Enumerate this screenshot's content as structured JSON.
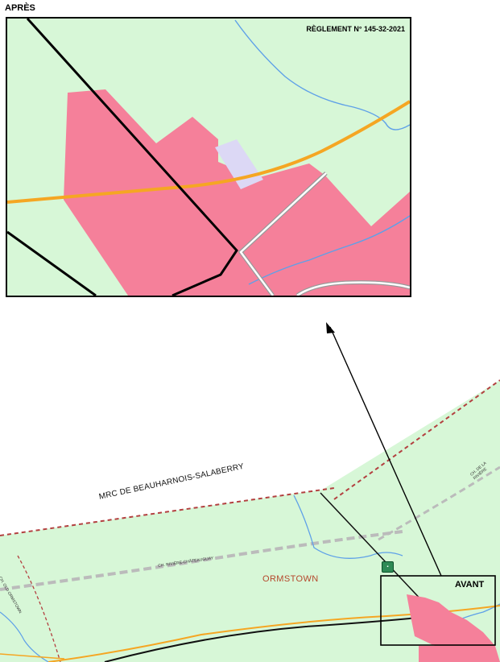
{
  "inset": {
    "title": "APRÈS",
    "regulation": "RÈGLEMENT N° 145-32-2021"
  },
  "main_map": {
    "mrc_label": "MRC DE BEAUHARNOIS-SALABERRY",
    "town_label": "ORMSTOWN",
    "avant_label": "AVANT",
    "road_label_1": "CH. RIVIÈRE-CHÂTEAUGUAY",
    "road_label_2": "CH. DE LA RIVIÈRE",
    "road_label_3": "CH. OLD ORMSTOWN"
  },
  "colors": {
    "background_land": "#d7f7d7",
    "zone_pink": "#f5809a",
    "zone_lavender": "#dcd8f5",
    "route_orange": "#f5a623",
    "water_blue": "#5ea0e8",
    "boundary_red": "#b34040",
    "town_label": "#b5472b"
  },
  "icons": {
    "route_badge": "route-shield-icon",
    "arrow": "arrow-up-icon"
  }
}
